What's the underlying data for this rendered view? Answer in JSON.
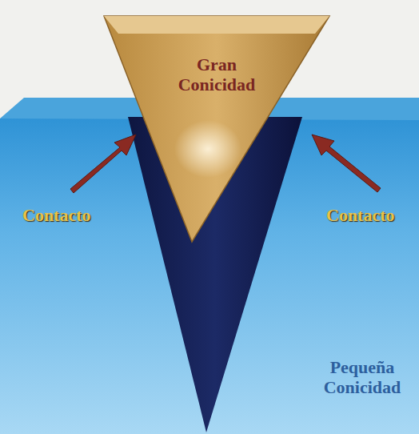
{
  "diagram": {
    "nodes": [
      {
        "text": [
          "Gran Conicidad"
        ]
      }
    ],
    "labels": [
      "Contacto",
      "Contacto",
      "Pequeña Conicidad"
    ]
  }
}
